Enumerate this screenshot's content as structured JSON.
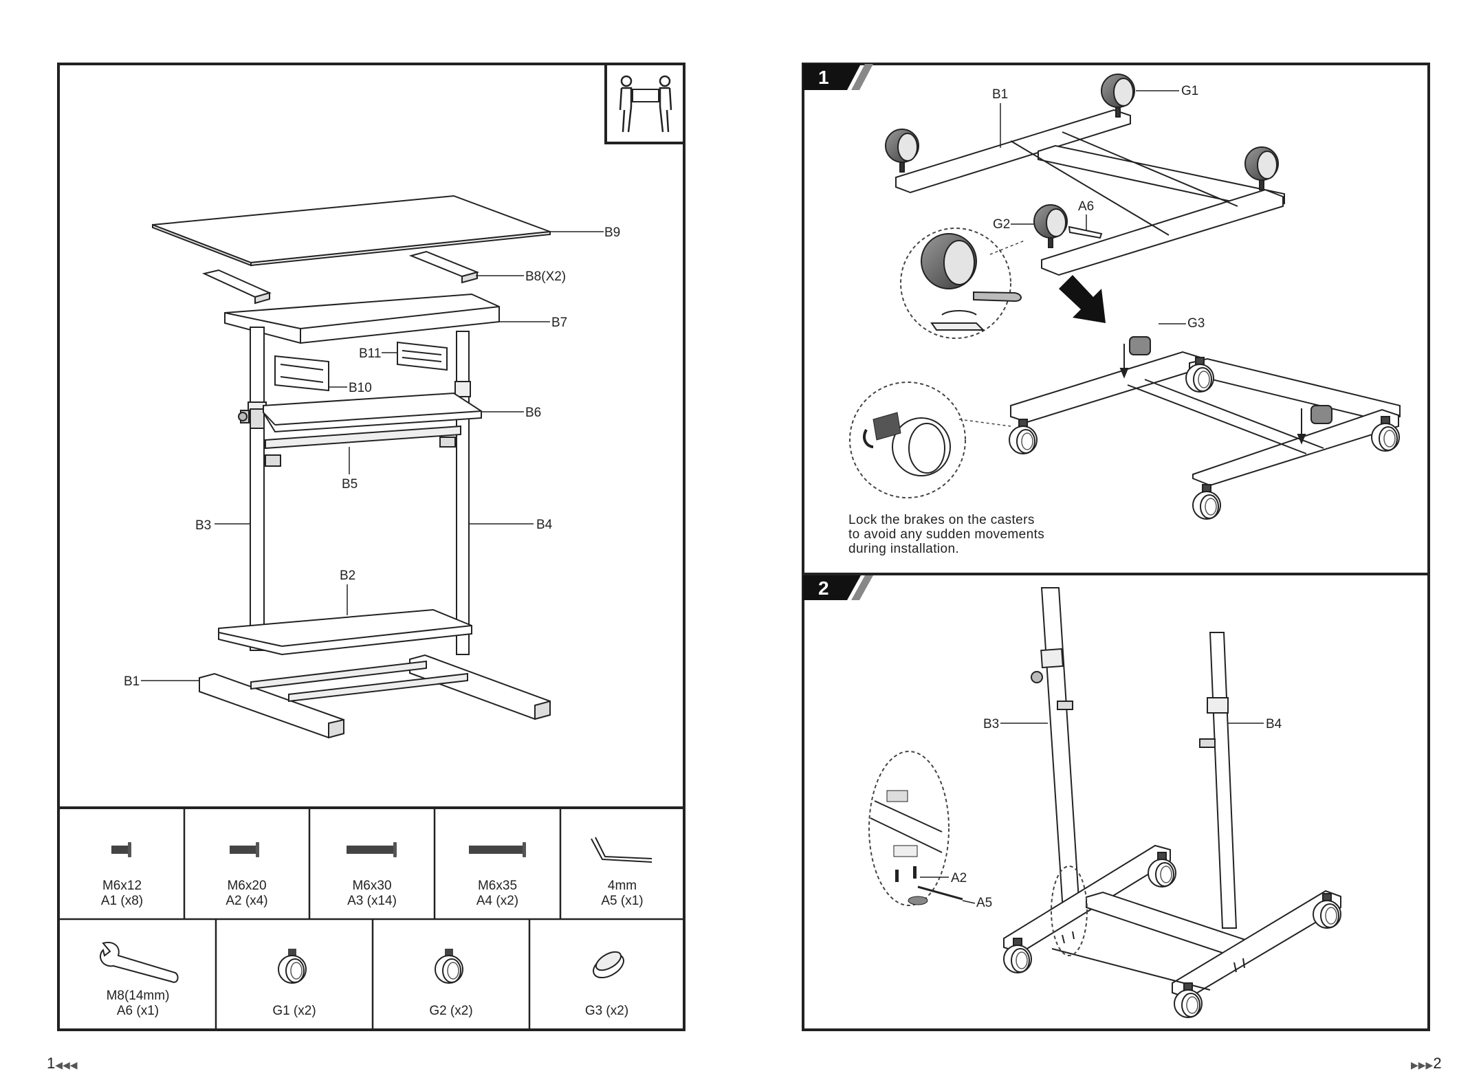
{
  "labels": {
    "b9": "B9",
    "b8": "B8(X2)",
    "b7": "B7",
    "b11": "B11",
    "b10": "B10",
    "b6": "B6",
    "b5": "B5",
    "b3": "B3",
    "b4": "B4",
    "b2": "B2",
    "b1": "B1"
  },
  "parts": [
    {
      "name": "M6x12",
      "code": "A1 (x8)"
    },
    {
      "name": "M6x20",
      "code": "A2 (x4)"
    },
    {
      "name": "M6x30",
      "code": "A3 (x14)"
    },
    {
      "name": "M6x35",
      "code": "A4 (x2)"
    },
    {
      "name": "4mm",
      "code": "A5 (x1)"
    },
    {
      "name": "M8(14mm)",
      "code": "A6 (x1)"
    },
    {
      "name": "",
      "code": "G1 (x2)"
    },
    {
      "name": "",
      "code": "G2 (x2)"
    },
    {
      "name": "",
      "code": "G3 (x2)"
    }
  ],
  "step1": {
    "number": "1",
    "labels": {
      "b1": "B1",
      "g1": "G1",
      "g2": "G2",
      "a6": "A6",
      "g3": "G3"
    },
    "caption": [
      "Lock the brakes on the casters",
      "to avoid any sudden movements",
      "during installation."
    ]
  },
  "step2": {
    "number": "2",
    "labels": {
      "b3": "B3",
      "b4": "B4",
      "a2": "A2",
      "a5": "A5"
    }
  },
  "pages": {
    "left": "1",
    "right": "2"
  },
  "icons": [
    "two-person-lift-icon",
    "caster-icon",
    "wrench-icon",
    "allen-key-icon",
    "bolt-icon",
    "socket-cap-icon",
    "direction-arrow-icon"
  ]
}
